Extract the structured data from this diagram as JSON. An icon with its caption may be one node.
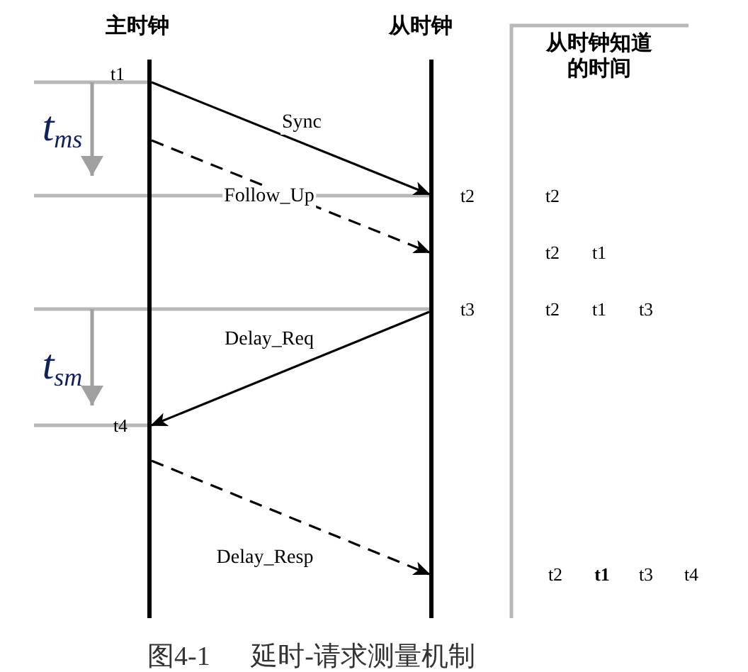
{
  "diagram": {
    "caption": "图4-1 延时-请求测量机制",
    "nodes": [
      {
        "text": [],
        "shape": "bar",
        "beside": [
          "主时钟"
        ]
      },
      {
        "text": [],
        "shape": "bar",
        "beside": [
          "从时钟"
        ]
      }
    ],
    "edges": [
      {
        "from": 0,
        "to": 1,
        "arrow": "to",
        "label": "Sync"
      },
      {
        "from": 0,
        "to": 1,
        "arrow": "to",
        "label": "Follow_Up",
        "style": "dashed"
      },
      {
        "from": 1,
        "to": 0,
        "arrow": "to",
        "label": "Delay_Req"
      },
      {
        "from": 0,
        "to": 1,
        "arrow": "to",
        "label": "Delay_Resp",
        "style": "dashed"
      }
    ],
    "labels": [
      "从时钟知道的时间",
      "t1",
      "t$_{ms}$",
      "t2",
      "t2",
      "t2",
      "t1",
      "t3",
      "t2",
      "t1",
      "t3",
      "t$_{sm}$",
      "t4",
      "t2",
      "t1",
      "t3",
      "t4"
    ]
  }
}
